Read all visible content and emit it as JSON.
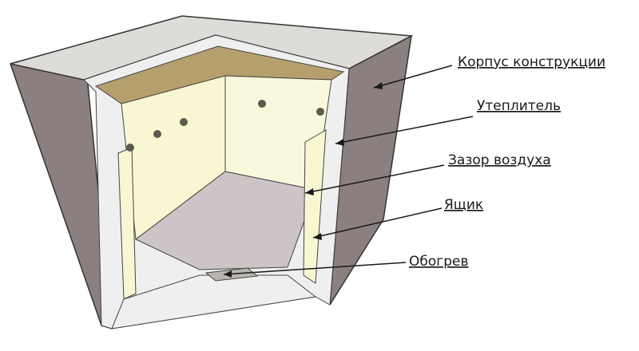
{
  "diagram": {
    "labels": {
      "casing": "Корпус конструкции",
      "insulation": "Утеплитель",
      "air_gap": "Зазор воздуха",
      "box": "Ящик",
      "heating": "Обогрев"
    },
    "colors": {
      "casing": "#8b7f80",
      "casing_dark": "#766b6c",
      "insulation": "#f3f2e6",
      "box_wall": "#f8f7d2",
      "box_wall_light": "#faf8dc",
      "box_floor": "#cdc4c6",
      "cavity_top": "#b5a06d",
      "wall_frame": "#efefef",
      "outline": "#333333",
      "holes": "#5d5a50",
      "heater": "#b9b5b0"
    }
  }
}
